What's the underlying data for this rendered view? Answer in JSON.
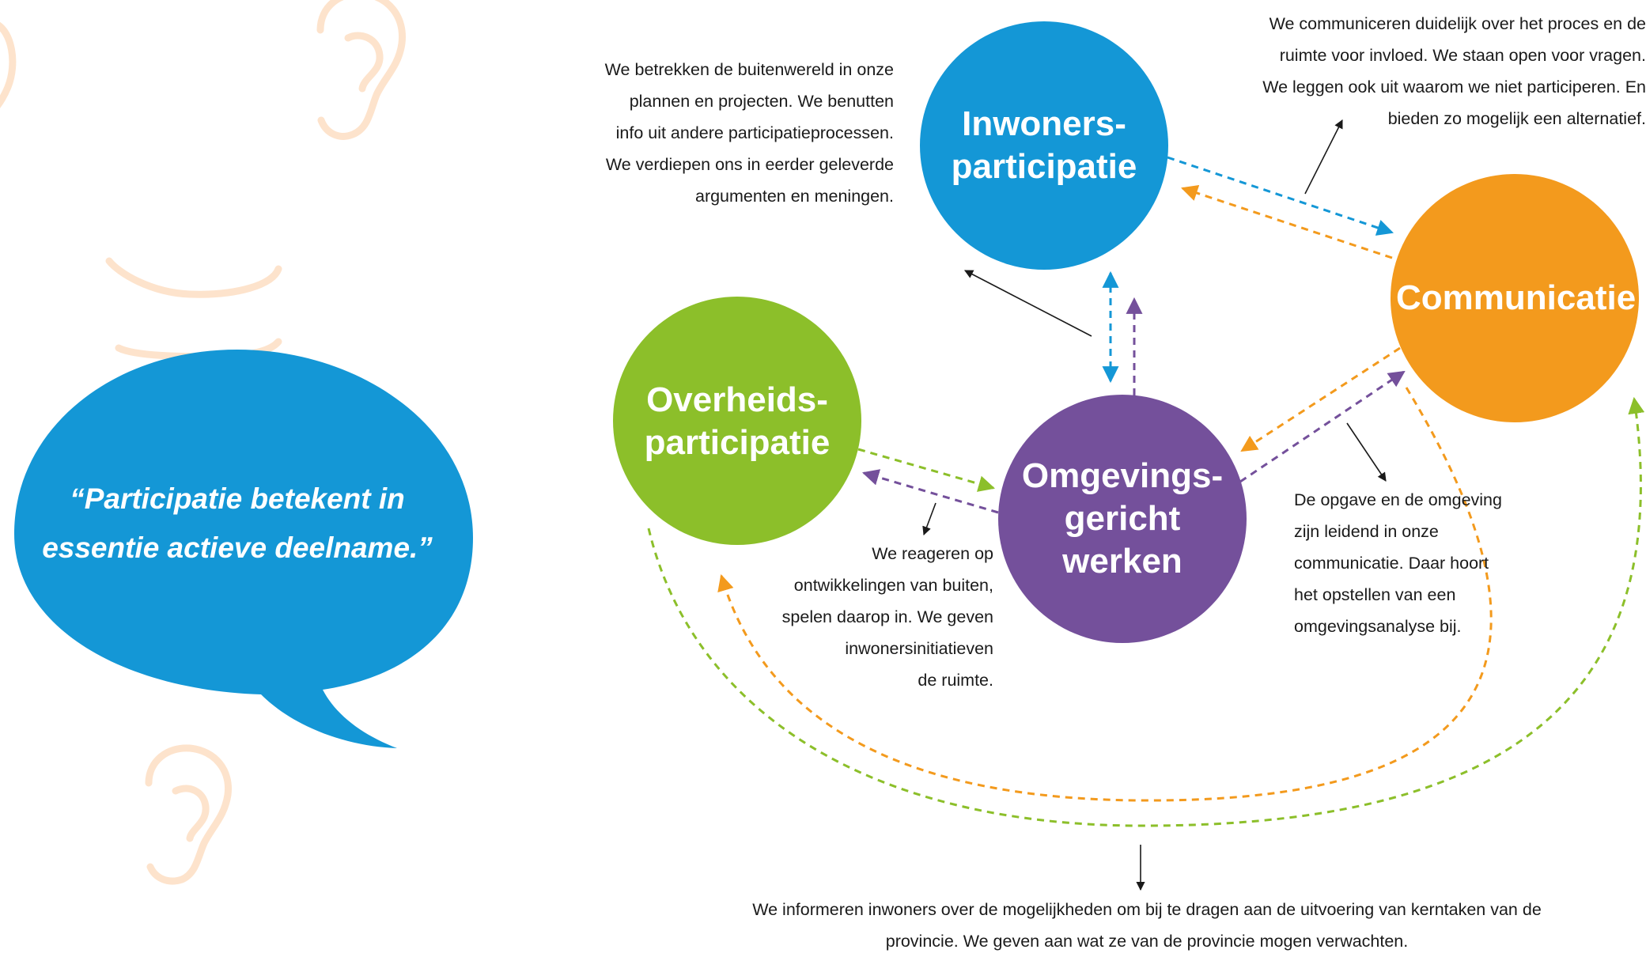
{
  "colors": {
    "blue": "#1497d6",
    "orange": "#f39a1d",
    "green": "#8cbf2a",
    "purple": "#74509b",
    "ear_watermark": "#fde3cc",
    "arrow": "#1a1a1a"
  },
  "decor": {
    "icons": [
      "ear-icon",
      "ear-icon",
      "ear-icon",
      "ear-icon",
      "speech-bubble-icon"
    ]
  },
  "quote_bubble": {
    "lines": [
      "“Participatie betekent in",
      "essentie actieve deelname.”"
    ]
  },
  "nodes": {
    "inwoners": {
      "lines": [
        "Inwoners-",
        "participatie"
      ]
    },
    "communicatie": {
      "lines": [
        "Communicatie"
      ]
    },
    "overheids": {
      "lines": [
        "Overheids-",
        "participatie"
      ]
    },
    "omgevings": {
      "lines": [
        "Omgevings-",
        "gericht",
        "werken"
      ]
    }
  },
  "descriptions": {
    "inwoners": {
      "lines": [
        "We betrekken de buitenwereld in onze",
        "plannen en projecten. We benutten",
        "info uit andere participatieprocessen.",
        "We verdiepen ons in eerder geleverde",
        "argumenten en meningen."
      ]
    },
    "communicatie": {
      "lines": [
        "We communiceren duidelijk over het proces en de",
        "ruimte voor invloed. We staan open voor vragen.",
        "We leggen ook uit waarom we niet participeren. En",
        "bieden zo mogelijk een alternatief."
      ]
    },
    "overheids": {
      "lines": [
        "We reageren op",
        "ontwikkelingen van buiten,",
        "spelen daarop in. We geven",
        "inwonersinitiatieven",
        "de ruimte."
      ]
    },
    "omgevings": {
      "lines": [
        "De opgave en de omgeving",
        "zijn leidend in onze",
        "communicatie. Daar hoort",
        "het opstellen van een",
        "omgevingsanalyse bij."
      ]
    },
    "provincie": {
      "lines": [
        "We informeren inwoners over de mogelijkheden om bij te dragen aan de uitvoering van kerntaken van de",
        "provincie. We geven aan wat ze van de provincie mogen verwachten."
      ]
    }
  }
}
